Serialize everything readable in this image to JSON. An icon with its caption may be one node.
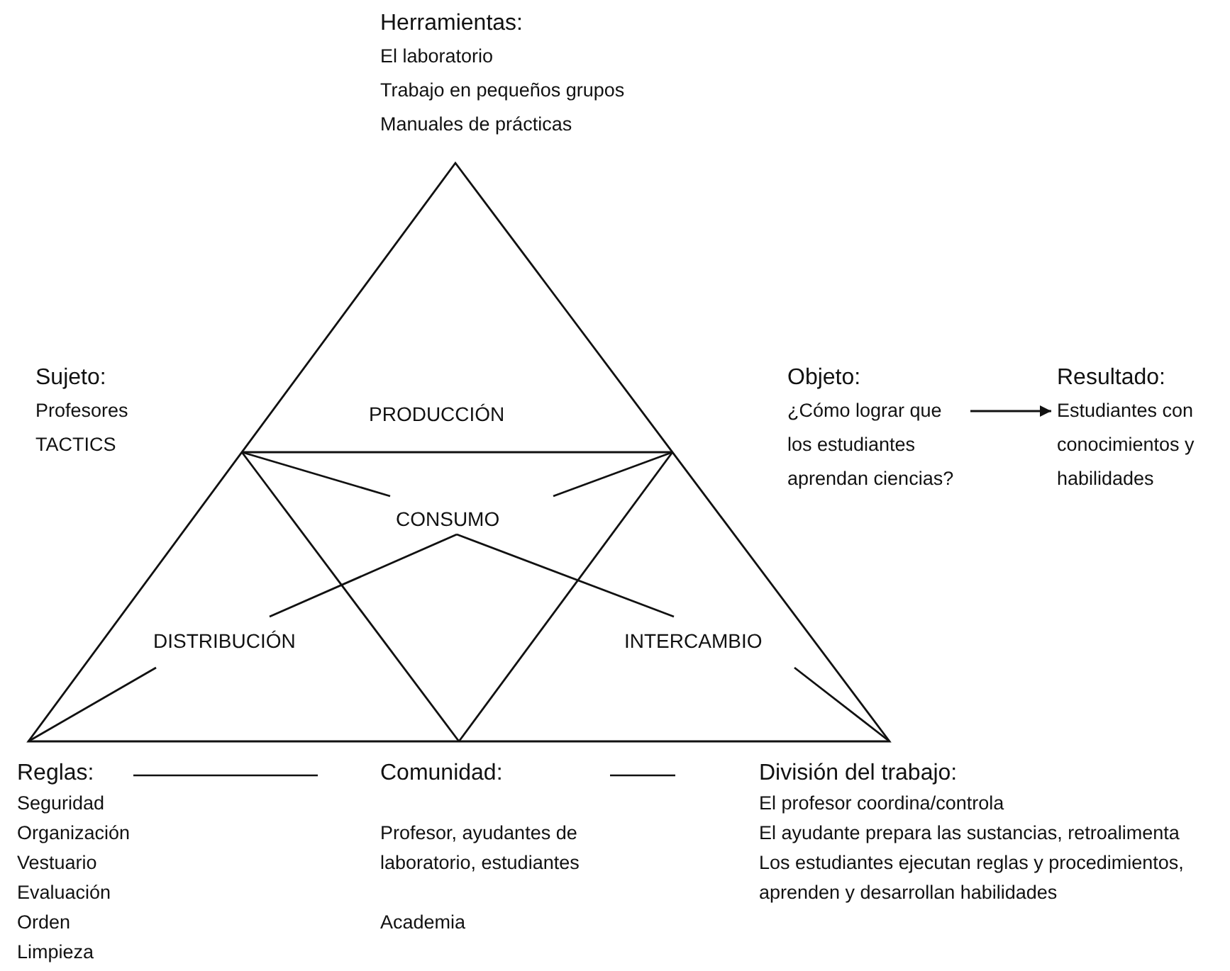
{
  "diagram": {
    "nodes": [
      {
        "text": [
          "Herramientas:",
          "El laboratorio",
          "Trabajo en pequeños grupos",
          "Manuales de prácticas"
        ]
      },
      {
        "text": [
          "Sujeto:",
          "Profesores",
          "TACTICS"
        ]
      },
      {
        "text": [
          "Objeto:",
          "¿Cómo lograr que los estudiantes aprendan ciencias?"
        ]
      },
      {
        "text": [
          "Resultado:",
          "Estudiantes con conocimientos y habilidades"
        ]
      },
      {
        "text": [
          "Reglas:",
          "Seguridad",
          "Organización",
          "Vestuario",
          "Evaluación",
          "Orden",
          "Limpieza"
        ]
      },
      {
        "text": [
          "Comunidad:",
          "Profesor, ayudantes de laboratorio, estudiantes",
          "Academia"
        ]
      },
      {
        "text": [
          "División del trabajo:",
          "El profesor coordina/controla",
          "El ayudante prepara las sustancias, retroalimenta",
          "Los estudiantes ejecutan reglas y procedimientos, aprenden y desarrollan habilidades"
        ]
      }
    ],
    "edges": [
      {
        "from": 2,
        "to": 3,
        "arrow": "to"
      }
    ],
    "labels": [
      "PRODUCCIÓN",
      "CONSUMO",
      "DISTRIBUCIÓN",
      "INTERCAMBIO"
    ]
  }
}
